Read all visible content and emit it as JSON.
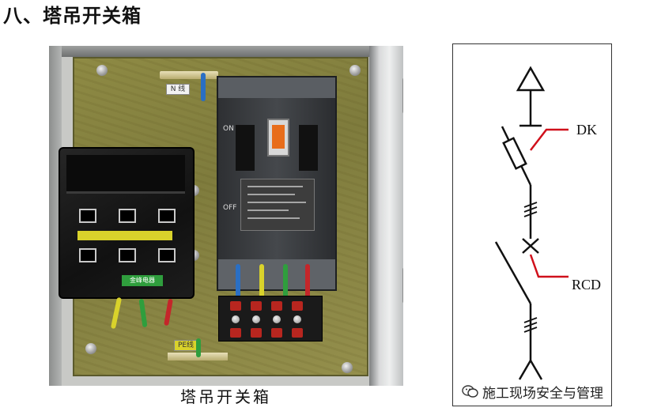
{
  "heading": "八、塔吊开关箱",
  "photo": {
    "caption": "塔吊开关箱",
    "n_tag": "N 线",
    "pe_tag": "PE线",
    "green_label": "金峰电器",
    "colors": {
      "plate": "#8e8a44",
      "breaker": "#3a3d41",
      "lever": "#e86d1b"
    }
  },
  "diagram": {
    "dk_label": "DK",
    "rcd_label": "RCD",
    "colors": {
      "line": "#111111",
      "callout": "#d0101b"
    }
  },
  "watermark": {
    "text": "施工现场安全与管理",
    "icon": "wechat-logo-icon"
  }
}
